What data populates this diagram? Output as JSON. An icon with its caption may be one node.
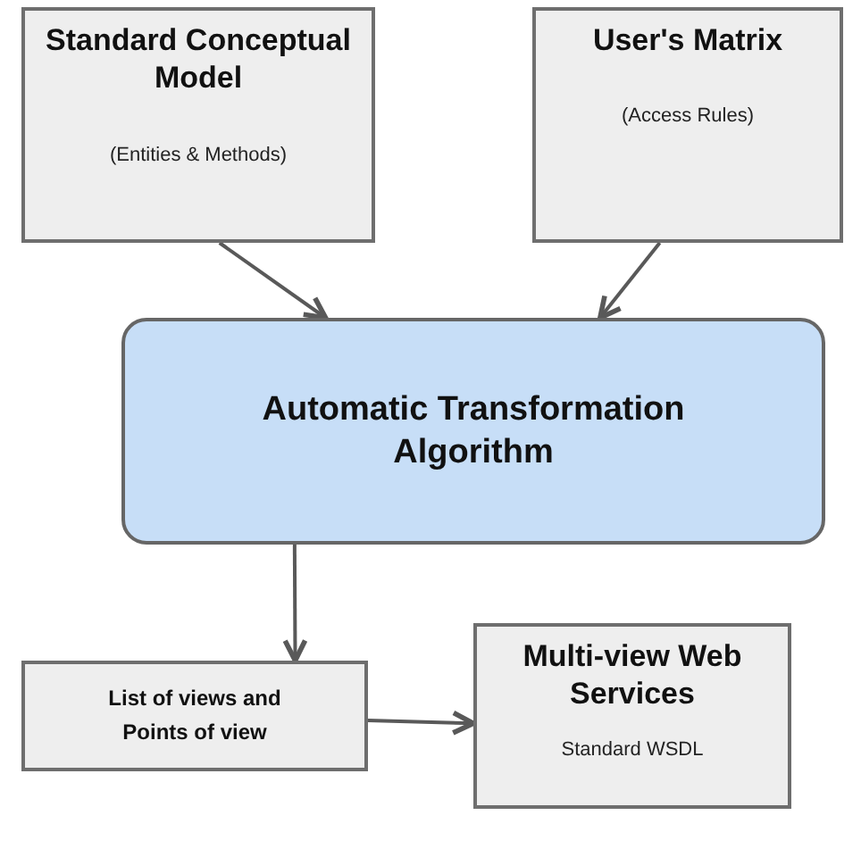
{
  "diagram": {
    "nodes": [
      {
        "text": [
          "Standard Conceptual Model",
          "(Entities & Methods)"
        ]
      },
      {
        "text": [
          "User's Matrix",
          "(Access Rules)"
        ]
      },
      {
        "text": [
          "Automatic Transformation Algorithm"
        ]
      },
      {
        "text": [
          "List of views and Points of view"
        ]
      },
      {
        "text": [
          "Multi-view Web Services",
          "Standard WSDL"
        ]
      }
    ],
    "edges": [
      {
        "from": 0,
        "to": 2,
        "arrow": "to"
      },
      {
        "from": 1,
        "to": 2,
        "arrow": "to"
      },
      {
        "from": 2,
        "to": 3,
        "arrow": "to"
      },
      {
        "from": 3,
        "to": 4,
        "arrow": "to"
      }
    ]
  }
}
